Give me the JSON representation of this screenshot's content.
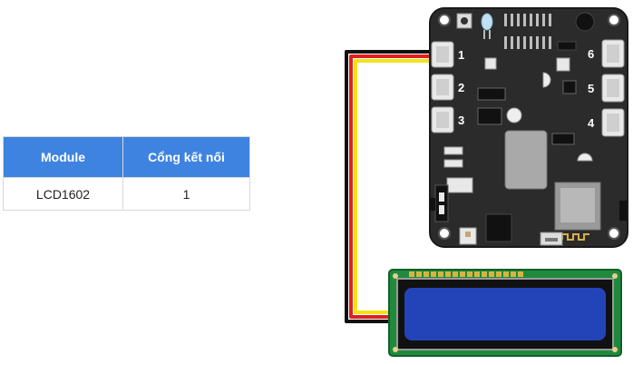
{
  "table": {
    "headers": [
      "Module",
      "Cổng kết nối"
    ],
    "rows": [
      [
        "LCD1602",
        "1"
      ]
    ]
  },
  "board": {
    "ports_left": [
      "1",
      "2",
      "3"
    ],
    "ports_right": [
      "6",
      "5",
      "4"
    ]
  },
  "colors": {
    "header_bg": "#3f83e0",
    "board": "#2b2b2b",
    "lcd_pcb": "#1f8a3c",
    "lcd_screen": "#2344b8",
    "wire_red": "#e02020",
    "wire_yellow": "#f2e21b",
    "wire_black": "#111111"
  }
}
